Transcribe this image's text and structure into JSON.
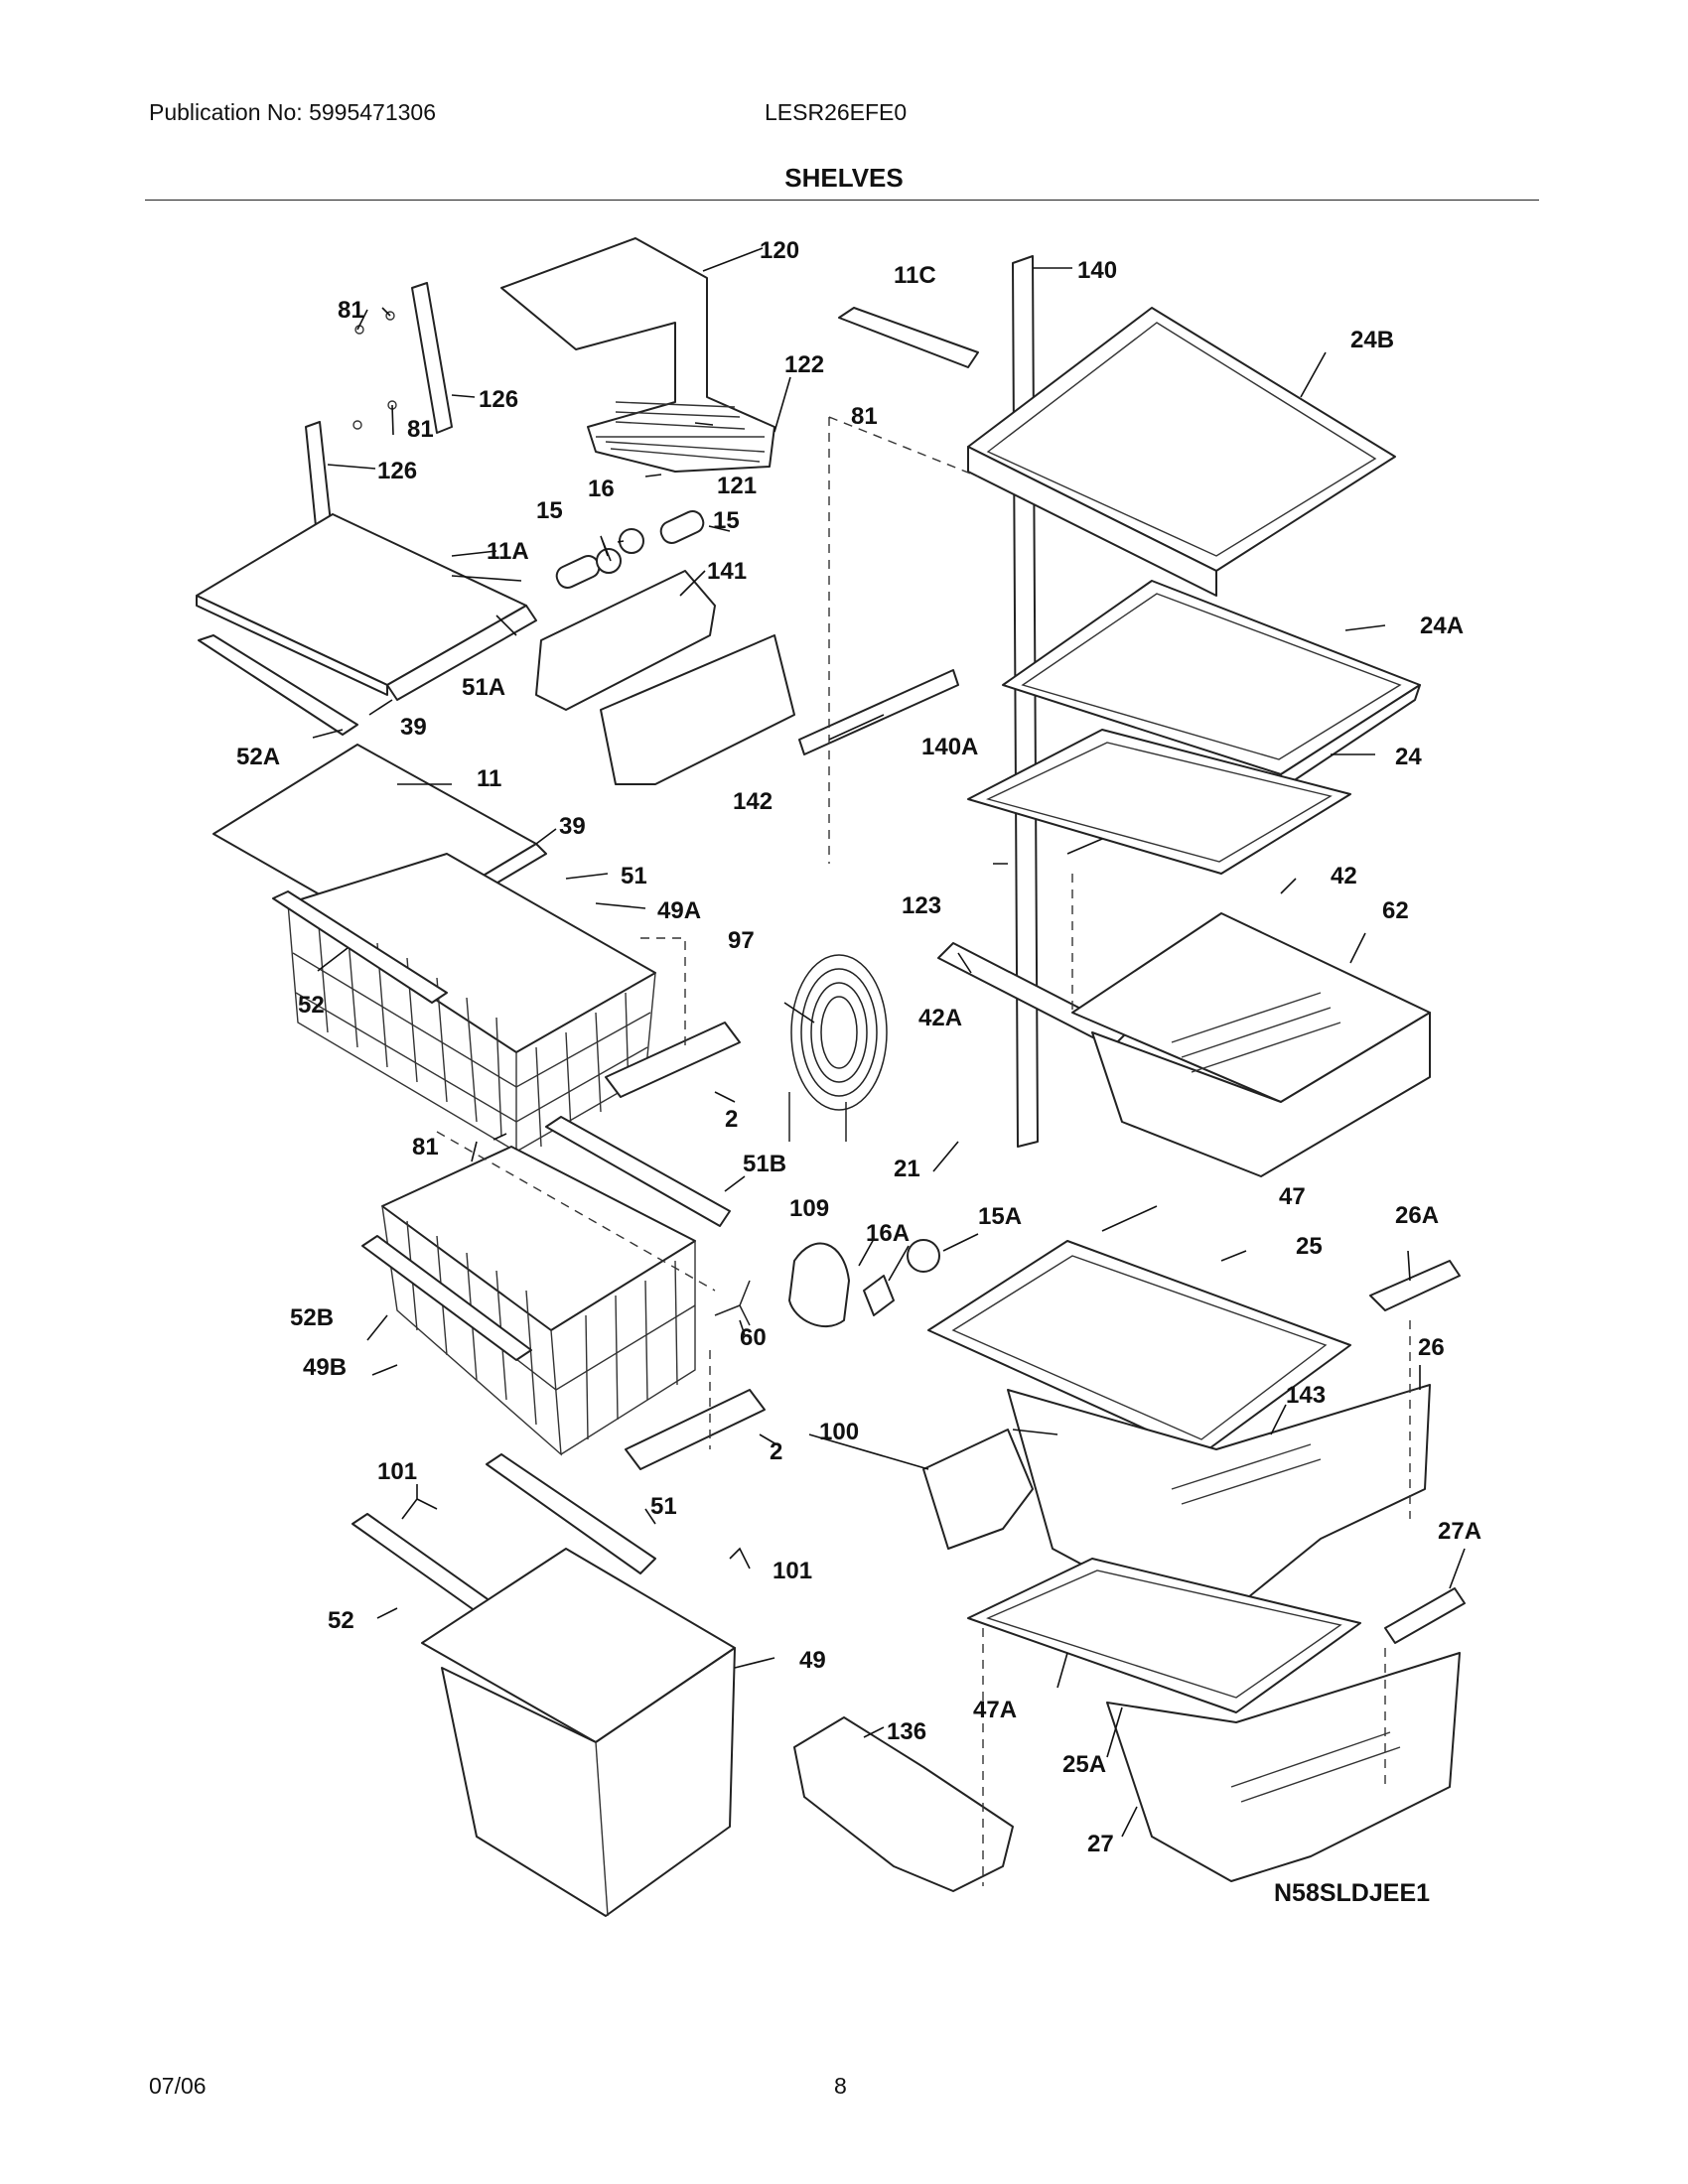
{
  "header": {
    "publication": "Publication No: 5995471306",
    "model": "LESR26EFE0",
    "title": "SHELVES"
  },
  "diagram": {
    "code": "N58SLDJEE1",
    "callouts": {
      "c120": "120",
      "c11C": "11C",
      "c140": "140",
      "c81a": "81",
      "c126a": "126",
      "c81b": "81",
      "c126b": "126",
      "c122": "122",
      "c81c": "81",
      "c24B": "24B",
      "c121": "121",
      "c16": "16",
      "c15a": "15",
      "c15b": "15",
      "c11A": "11A",
      "c141": "141",
      "c51A": "51A",
      "c39a": "39",
      "c52A": "52A",
      "c140A": "140A",
      "c24A": "24A",
      "c24": "24",
      "c142": "142",
      "c11": "11",
      "c39b": "39",
      "c51a": "51",
      "c49A": "49A",
      "c123": "123",
      "c42": "42",
      "c62": "62",
      "c97": "97",
      "c52a": "52",
      "c42A": "42A",
      "c2a": "2",
      "c21": "21",
      "c81d": "81",
      "c51B": "51B",
      "c109": "109",
      "c16A": "16A",
      "c15A": "15A",
      "c47": "47",
      "c26A": "26A",
      "c25": "25",
      "c52B": "52B",
      "c60": "60",
      "c49B": "49B",
      "c26": "26",
      "c143": "143",
      "c100": "100",
      "c2b": "2",
      "c101a": "101",
      "c51b": "51",
      "c27A": "27A",
      "c101b": "101",
      "c52b": "52",
      "c49": "49",
      "c47A": "47A",
      "c136": "136",
      "c25A": "25A",
      "c27": "27"
    }
  },
  "footer": {
    "date": "07/06",
    "page": "8"
  }
}
